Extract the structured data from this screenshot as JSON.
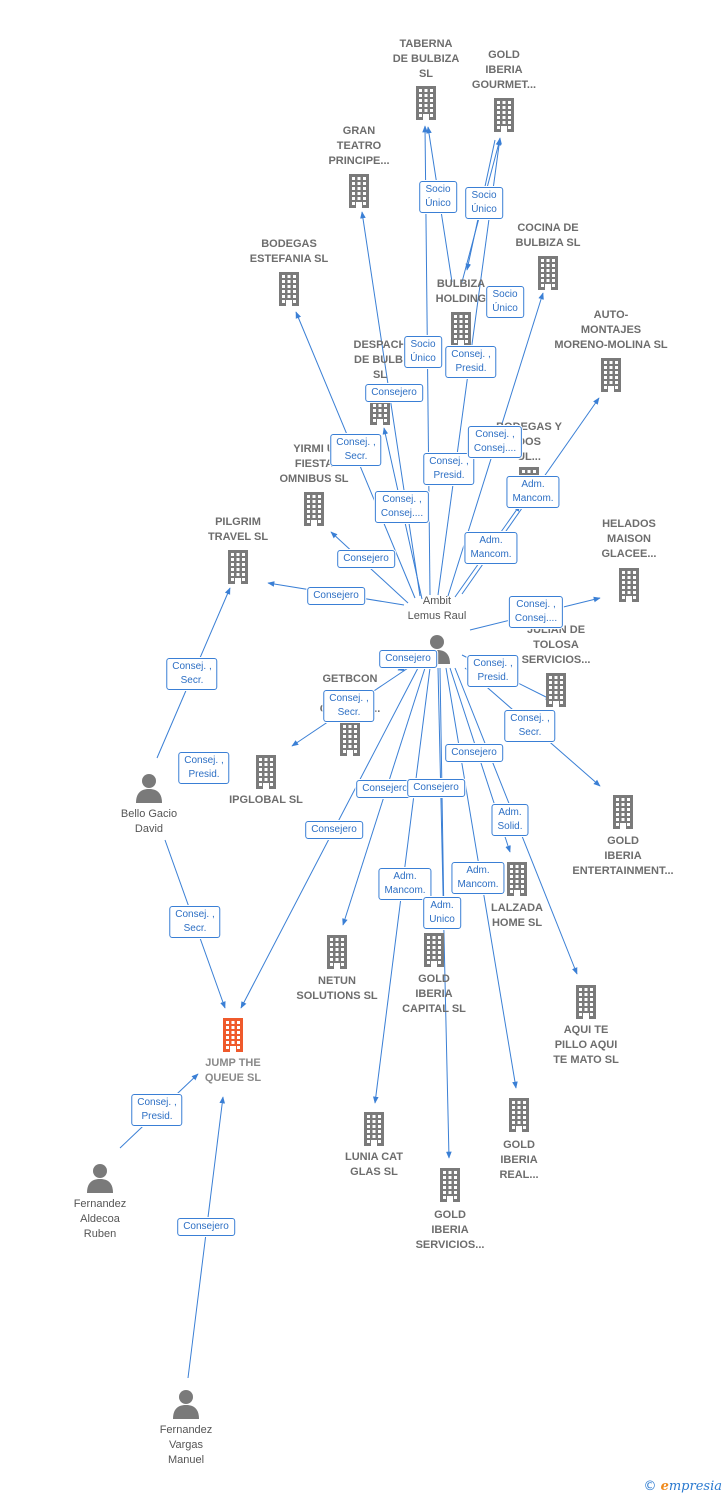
{
  "colors": {
    "edge": "#3a7fd5",
    "company": "#7a7a7a",
    "focus": "#ef5a2c",
    "person": "#7a7a7a"
  },
  "nodes": [
    {
      "id": "taberna",
      "type": "company",
      "label": "TABERNA\nDE BULBIZA\nSL",
      "icon": "building-icon"
    },
    {
      "id": "gold_gourmet",
      "type": "company",
      "label": "GOLD\nIBERIA\nGOURMET...",
      "icon": "building-icon"
    },
    {
      "id": "gran_teatro",
      "type": "company",
      "label": "GRAN\nTEATRO\nPRINCIPE...",
      "icon": "building-icon"
    },
    {
      "id": "cocina",
      "type": "company",
      "label": "COCINA DE\nBULBIZA  SL",
      "icon": "building-icon"
    },
    {
      "id": "bodegas_estefania",
      "type": "company",
      "label": "BODEGAS\nESTEFANIA SL",
      "icon": "building-icon"
    },
    {
      "id": "bulbiza_holding",
      "type": "company",
      "label": "BULBIZA\nHOLDING",
      "icon": "building-icon"
    },
    {
      "id": "auto_montajes",
      "type": "company",
      "label": "AUTO-\nMONTAJES\nMORENO-MOLINA SL",
      "icon": "building-icon"
    },
    {
      "id": "despacho",
      "type": "company",
      "label": "DESPACH\nDE BULBI\nSL",
      "icon": "building-icon"
    },
    {
      "id": "bodegas_y",
      "type": "company",
      "label": "BODEGAS Y\nDOS\nUL...",
      "icon": "building-icon"
    },
    {
      "id": "yirmi",
      "type": "company",
      "label": "YIRMI U\nFIESTA\nOMNIBUS  SL",
      "icon": "building-icon"
    },
    {
      "id": "helados",
      "type": "company",
      "label": "HELADOS\nMAISON\nGLACEE...",
      "icon": "building-icon"
    },
    {
      "id": "pilgrim",
      "type": "company",
      "label": "PILGRIM\nTRAVEL  SL",
      "icon": "building-icon"
    },
    {
      "id": "julian",
      "type": "company",
      "label": "JULIAN DE\nTOLOSA\nSERVICIOS...",
      "icon": "building-icon"
    },
    {
      "id": "getbcon",
      "type": "company",
      "label": "GETBCON\nR\nCOM...ON...",
      "icon": "building-icon"
    },
    {
      "id": "ipglobal",
      "type": "company",
      "label": "IPGLOBAL SL",
      "icon": "building-icon"
    },
    {
      "id": "gold_entertainment",
      "type": "company",
      "label": "GOLD\nIBERIA\nENTERTAINMENT...",
      "icon": "building-icon"
    },
    {
      "id": "calzada",
      "type": "company",
      "label": "LALZADA\nHOME  SL",
      "icon": "building-icon"
    },
    {
      "id": "netun",
      "type": "company",
      "label": "NETUN\nSOLUTIONS  SL",
      "icon": "building-icon"
    },
    {
      "id": "gold_capital",
      "type": "company",
      "label": "GOLD\nIBERIA\nCAPITAL  SL",
      "icon": "building-icon"
    },
    {
      "id": "aqui_te",
      "type": "company",
      "label": "AQUI TE\nPILLO AQUI\nTE MATO SL",
      "icon": "building-icon"
    },
    {
      "id": "jump",
      "type": "focus",
      "label": "JUMP THE\nQUEUE  SL",
      "icon": "building-icon"
    },
    {
      "id": "lunia",
      "type": "company",
      "label": "LUNIA CAT\nGLAS SL",
      "icon": "building-icon"
    },
    {
      "id": "gold_real",
      "type": "company",
      "label": "GOLD\nIBERIA\nREAL...",
      "icon": "building-icon"
    },
    {
      "id": "gold_servicios",
      "type": "company",
      "label": "GOLD\nIBERIA\nSERVICIOS...",
      "icon": "building-icon"
    },
    {
      "id": "ambit",
      "type": "person",
      "label": "Ambit\nLemus Raul",
      "icon": "person-icon"
    },
    {
      "id": "bello",
      "type": "person",
      "label": "Bello Gacio\nDavid",
      "icon": "person-icon"
    },
    {
      "id": "fernandez_aldecoa",
      "type": "person",
      "label": "Fernandez\nAldecoa\nRuben",
      "icon": "person-icon"
    },
    {
      "id": "fernandez_vargas",
      "type": "person",
      "label": "Fernandez\nVargas\nManuel",
      "icon": "person-icon"
    }
  ],
  "edges": [
    {
      "from": "ambit",
      "to": "taberna"
    },
    {
      "from": "ambit",
      "to": "gold_gourmet"
    },
    {
      "from": "ambit",
      "to": "gran_teatro"
    },
    {
      "from": "ambit",
      "to": "cocina"
    },
    {
      "from": "ambit",
      "to": "bodegas_estefania"
    },
    {
      "from": "ambit",
      "to": "auto_montajes"
    },
    {
      "from": "ambit",
      "to": "despacho"
    },
    {
      "from": "ambit",
      "to": "bodegas_y"
    },
    {
      "from": "ambit",
      "to": "yirmi"
    },
    {
      "from": "ambit",
      "to": "helados"
    },
    {
      "from": "ambit",
      "to": "pilgrim"
    },
    {
      "from": "ambit",
      "to": "julian"
    },
    {
      "from": "ambit",
      "to": "getbcon"
    },
    {
      "from": "ambit",
      "to": "ipglobal"
    },
    {
      "from": "ambit",
      "to": "gold_entertainment"
    },
    {
      "from": "ambit",
      "to": "calzada"
    },
    {
      "from": "ambit",
      "to": "netun"
    },
    {
      "from": "ambit",
      "to": "gold_capital"
    },
    {
      "from": "ambit",
      "to": "aqui_te"
    },
    {
      "from": "ambit",
      "to": "jump"
    },
    {
      "from": "ambit",
      "to": "lunia"
    },
    {
      "from": "ambit",
      "to": "gold_real"
    },
    {
      "from": "ambit",
      "to": "gold_servicios"
    },
    {
      "from": "bulbiza_holding",
      "to": "taberna"
    },
    {
      "from": "bulbiza_holding",
      "to": "gold_gourmet"
    },
    {
      "from": "gold_gourmet",
      "to": "bulbiza_holding"
    },
    {
      "from": "bello",
      "to": "pilgrim"
    },
    {
      "from": "bello",
      "to": "jump"
    },
    {
      "from": "fernandez_aldecoa",
      "to": "jump"
    },
    {
      "from": "fernandez_vargas",
      "to": "jump"
    }
  ],
  "edge_labels": [
    {
      "id": "socio-unico-1",
      "text": "Socio\nÚnico"
    },
    {
      "id": "socio-unico-2",
      "text": "Socio\nÚnico"
    },
    {
      "id": "socio-unico-3",
      "text": "Socio\nÚnico"
    },
    {
      "id": "socio-unico-4",
      "text": "Socio\nÚnico"
    },
    {
      "id": "consej-presid-1",
      "text": "Consej. ,\nPresid."
    },
    {
      "id": "consejero-1",
      "text": "Consejero"
    },
    {
      "id": "consej-secr-1",
      "text": "Consej. ,\nSecr."
    },
    {
      "id": "consej-consej-1",
      "text": "Consej. ,\nConsej...."
    },
    {
      "id": "consej-presid-2",
      "text": "Consej. ,\nPresid."
    },
    {
      "id": "adm-mancom-1",
      "text": "Adm.\nMancom."
    },
    {
      "id": "consej-consej-2",
      "text": "Consej. ,\nConsej...."
    },
    {
      "id": "consejero-2",
      "text": "Consejero"
    },
    {
      "id": "adm-mancom-2",
      "text": "Adm.\nMancom."
    },
    {
      "id": "consejero-3",
      "text": "Consejero"
    },
    {
      "id": "consej-consej-3",
      "text": "Consej. ,\nConsej...."
    },
    {
      "id": "consej-secr-2",
      "text": "Consej. ,\nSecr."
    },
    {
      "id": "consejero-4",
      "text": "Consejero"
    },
    {
      "id": "consej-presid-3",
      "text": "Consej. ,\nPresid."
    },
    {
      "id": "consej-secr-3",
      "text": "Consej. ,\nSecr."
    },
    {
      "id": "consej-secr-4",
      "text": "Consej. ,\nSecr."
    },
    {
      "id": "consej-presid-4",
      "text": "Consej. ,\nPresid."
    },
    {
      "id": "consejero-5",
      "text": "Consejero"
    },
    {
      "id": "consejero-6",
      "text": "Consejero"
    },
    {
      "id": "consejero-7",
      "text": "Consejero"
    },
    {
      "id": "adm-solid-1",
      "text": "Adm.\nSolid."
    },
    {
      "id": "consejero-8",
      "text": "Consejero"
    },
    {
      "id": "adm-mancom-3",
      "text": "Adm.\nMancom."
    },
    {
      "id": "adm-mancom-4",
      "text": "Adm.\nMancom."
    },
    {
      "id": "consej-secr-5",
      "text": "Consej. ,\nSecr."
    },
    {
      "id": "adm-unico-1",
      "text": "Adm.\nUnico"
    },
    {
      "id": "consej-presid-5",
      "text": "Consej. ,\nPresid."
    },
    {
      "id": "consejero-9",
      "text": "Consejero"
    }
  ],
  "watermark": {
    "copyright": "©",
    "brand_initial": "e",
    "brand_rest": "mpresia"
  }
}
